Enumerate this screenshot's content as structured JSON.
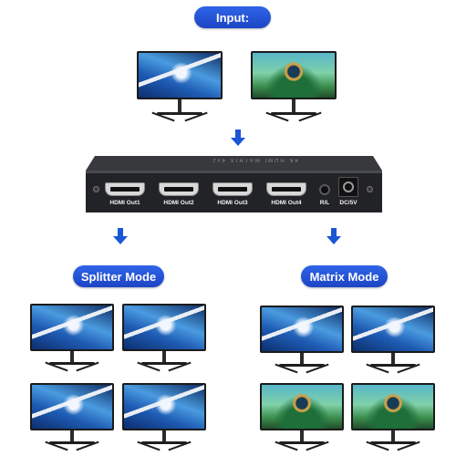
{
  "labels": {
    "input": "Input:",
    "splitter_mode": "Splitter Mode",
    "matrix_mode": "Matrix Mode"
  },
  "device": {
    "top_text": "4K HDMI MATRIX 4x2",
    "ports": [
      "HDMI Out1",
      "HDMI Out2",
      "HDMI Out3",
      "HDMI Out4"
    ],
    "audio_label": "R/L",
    "power_label": "DC/5V"
  },
  "colors": {
    "accent_blue": "#1f4fd1",
    "device_body": "#222326"
  },
  "icons": {
    "arrow": "arrow-down-icon",
    "monitor": "monitor-icon"
  }
}
